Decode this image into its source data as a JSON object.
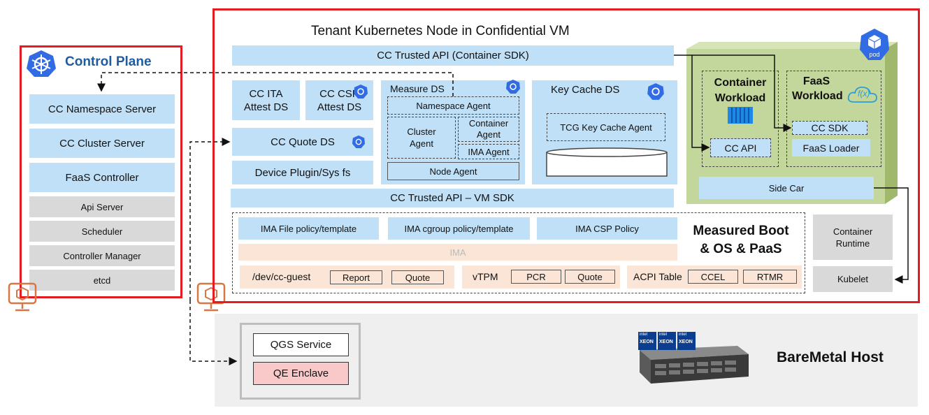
{
  "colors": {
    "frame_red": "#e31b23",
    "k8s_blue": "#326ce5",
    "box_blue": "#bfe0f7",
    "gray": "#d9d9d9",
    "peach": "#fbe5d6",
    "green": "#c3d69b",
    "qe_pink": "#f9c9c9",
    "cp_title": "#1f5c9e",
    "vm_icon": "#d97742"
  },
  "icons": [
    "kubernetes-icon",
    "pod-cube-icon",
    "vm-monitor-icon",
    "container-icon",
    "faas-cloud-icon",
    "server-icon"
  ],
  "control_plane": {
    "title": "Control Plane",
    "items": [
      "CC Namespace Server",
      "CC Cluster Server",
      "FaaS Controller"
    ],
    "gray_items": [
      "Api Server",
      "Scheduler",
      "Controller Manager",
      "etcd"
    ]
  },
  "tenant": {
    "title": "Tenant Kubernetes Node in Confidential VM",
    "trusted_api_container": "CC Trusted API (Container SDK)",
    "trusted_api_vm": "CC Trusted API – VM SDK",
    "cc_ita": "CC ITA\nAttest DS",
    "cc_csp": "CC CSP\nAttest DS",
    "cc_quote": "CC Quote DS",
    "device_plugin": "Device Plugin/Sys fs",
    "measure_ds": {
      "title": "Measure DS",
      "namespace_agent": "Namespace Agent",
      "cluster_agent": "Cluster\nAgent",
      "container_agent": "Container\nAgent",
      "ima_agent": "IMA Agent",
      "node_agent": "Node Agent"
    },
    "key_cache": {
      "title": "Key Cache DS",
      "agent": "TCG Key Cache Agent"
    },
    "pod": {
      "pod_label": "pod",
      "container_workload": "Container\nWorkload",
      "faas_workload": "FaaS\nWorkload",
      "cc_api": "CC API",
      "cc_sdk": "CC SDK",
      "faas_loader": "FaaS Loader",
      "side_car": "Side Car",
      "faas_logo": "f(x)"
    },
    "measured": {
      "ima_file": "IMA File policy/template",
      "ima_cgroup": "IMA cgroup policy/template",
      "ima_csp": "IMA CSP Policy",
      "title": "Measured Boot\n& OS & PaaS",
      "ima": "IMA",
      "dev_guest": "/dev/cc-guest",
      "report": "Report",
      "quote": "Quote",
      "vtpm": "vTPM",
      "pcr": "PCR",
      "quote2": "Quote",
      "acpi": "ACPI Table",
      "ccel": "CCEL",
      "rtmr": "RTMR"
    },
    "container_runtime": "Container\nRuntime",
    "kubelet": "Kubelet"
  },
  "host": {
    "title": "BareMetal Host",
    "qgs": "QGS Service",
    "qe": "QE Enclave",
    "cpu_badge": "XEON",
    "cpu_brand": "intel"
  }
}
